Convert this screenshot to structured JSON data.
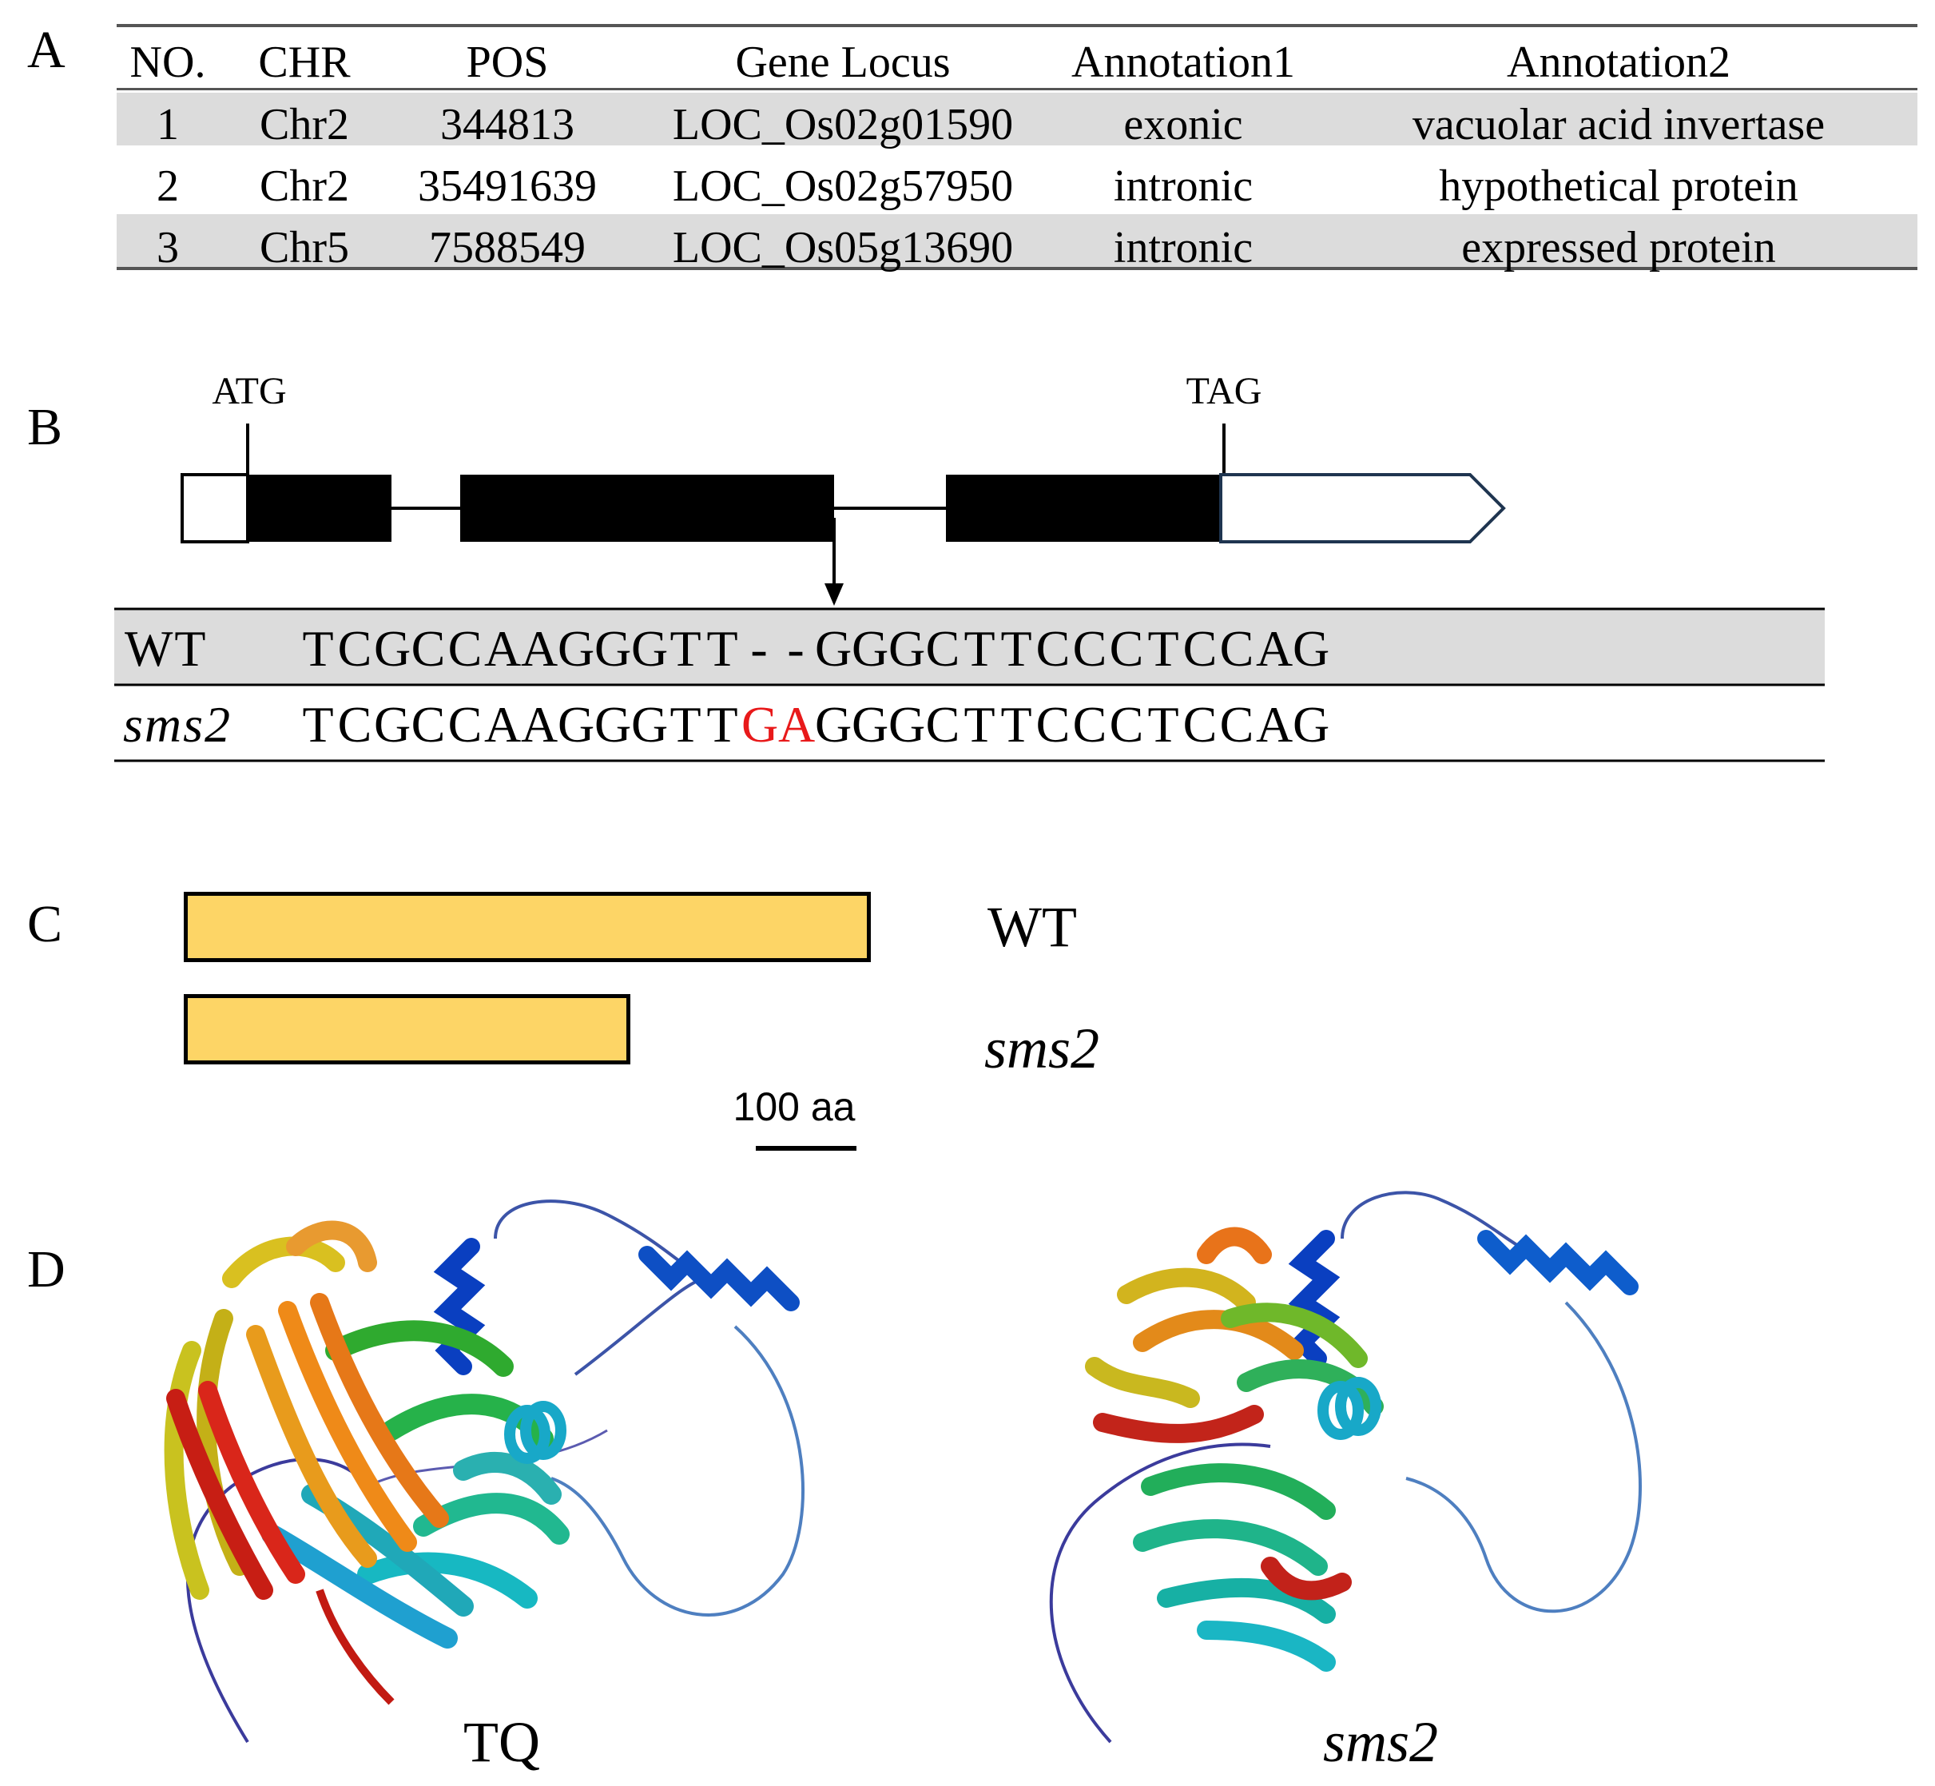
{
  "panels": {
    "a": "A",
    "b": "B",
    "c": "C",
    "d": "D"
  },
  "table": {
    "headers": [
      "NO.",
      "CHR",
      "POS",
      "Gene Locus",
      "Annotation1",
      "Annotation2"
    ],
    "rows": [
      [
        "1",
        "Chr2",
        "344813",
        "LOC_Os02g01590",
        "exonic",
        "vacuolar acid invertase"
      ],
      [
        "2",
        "Chr2",
        "35491639",
        "LOC_Os02g57950",
        "intronic",
        "hypothetical protein"
      ],
      [
        "3",
        "Chr5",
        "7588549",
        "LOC_Os05g13690",
        "intronic",
        "expressed protein"
      ]
    ]
  },
  "gene_model": {
    "start_codon": "ATG",
    "stop_codon": "TAG"
  },
  "alignment": {
    "wt_label": "WT",
    "mut_label": "sms2",
    "wt_seq": [
      "T",
      "C",
      "G",
      "C",
      "C",
      "A",
      "A",
      "G",
      "G",
      "G",
      "T",
      "T",
      "-",
      "-",
      "G",
      "G",
      "G",
      "C",
      "T",
      "T",
      "C",
      "C",
      "C",
      "T",
      "C",
      "C",
      "A",
      "G"
    ],
    "mut_seq": [
      "T",
      "C",
      "G",
      "C",
      "C",
      "A",
      "A",
      "G",
      "G",
      "G",
      "T",
      "T",
      "G",
      "A",
      "G",
      "G",
      "G",
      "C",
      "T",
      "T",
      "C",
      "C",
      "C",
      "T",
      "C",
      "C",
      "A",
      "G"
    ],
    "mutated_positions": [
      12,
      13
    ],
    "mutation_color": "#e8191a",
    "wt_row_color": "#dcdcdc"
  },
  "protein": {
    "wt_label": "WT",
    "mut_label": "sms2",
    "scale_label": "100 aa",
    "bar_color": "#fdd566",
    "wt_length_ratio": 1.0,
    "mut_length_ratio": 0.65
  },
  "structures": {
    "left_label": "TQ",
    "right_label": "sms2"
  }
}
